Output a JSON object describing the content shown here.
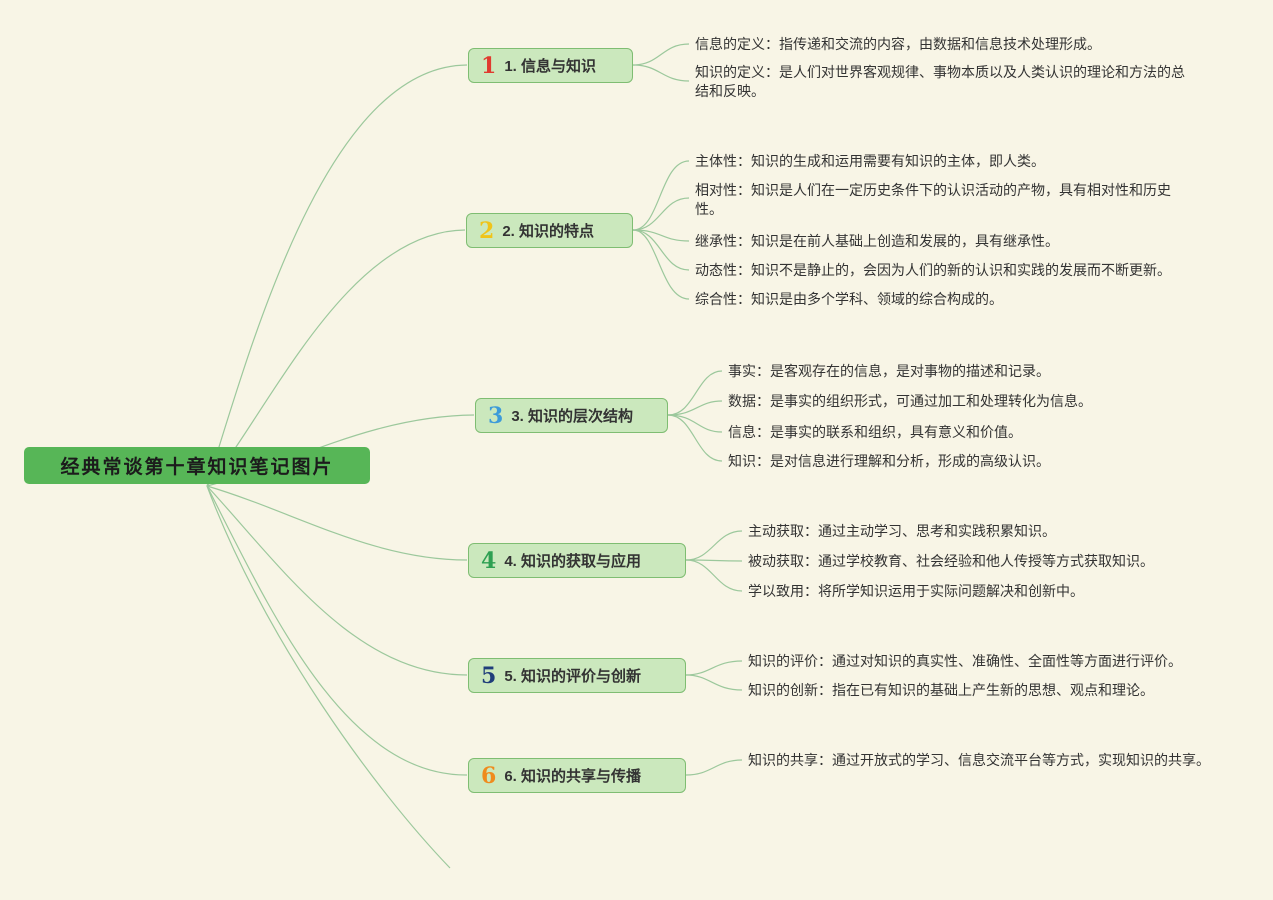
{
  "root": {
    "label": "经典常谈第十章知识笔记图片"
  },
  "colors": {
    "bg": "#f8f5e6",
    "line": "#9cc89c",
    "root_bg": "#57b657",
    "branch_bg": "#cbe8bd",
    "branch_border": "#7fbd72"
  },
  "branches": [
    {
      "number": "1",
      "number_color": "#e03a2f",
      "label": "1. 信息与知识",
      "children": [
        "信息的定义：指传递和交流的内容，由数据和信息技术处理形成。",
        "知识的定义：是人们对世界客观规律、事物本质以及人类认识的理论和方法的总结和反映。"
      ]
    },
    {
      "number": "2",
      "number_color": "#f0c419",
      "label": "2. 知识的特点",
      "children": [
        "主体性：知识的生成和运用需要有知识的主体，即人类。",
        "相对性：知识是人们在一定历史条件下的认识活动的产物，具有相对性和历史性。",
        "继承性：知识是在前人基础上创造和发展的，具有继承性。",
        "动态性：知识不是静止的，会因为人们的新的认识和实践的发展而不断更新。",
        "综合性：知识是由多个学科、领域的综合构成的。"
      ]
    },
    {
      "number": "3",
      "number_color": "#3d9bd9",
      "label": "3. 知识的层次结构",
      "children": [
        "事实：是客观存在的信息，是对事物的描述和记录。",
        "数据：是事实的组织形式，可通过加工和处理转化为信息。",
        "信息：是事实的联系和组织，具有意义和价值。",
        "知识：是对信息进行理解和分析，形成的高级认识。"
      ]
    },
    {
      "number": "4",
      "number_color": "#2ea052",
      "label": "4. 知识的获取与应用",
      "children": [
        "主动获取：通过主动学习、思考和实践积累知识。",
        "被动获取：通过学校教育、社会经验和他人传授等方式获取知识。",
        "学以致用：将所学知识运用于实际问题解决和创新中。"
      ]
    },
    {
      "number": "5",
      "number_color": "#1f3d7a",
      "label": "5. 知识的评价与创新",
      "children": [
        "知识的评价：通过对知识的真实性、准确性、全面性等方面进行评价。",
        "知识的创新：指在已有知识的基础上产生新的思想、观点和理论。"
      ]
    },
    {
      "number": "6",
      "number_color": "#ef8b1d",
      "label": "6. 知识的共享与传播",
      "children": [
        "知识的共享：通过开放式的学习、信息交流平台等方式，实现知识的共享。"
      ]
    }
  ]
}
